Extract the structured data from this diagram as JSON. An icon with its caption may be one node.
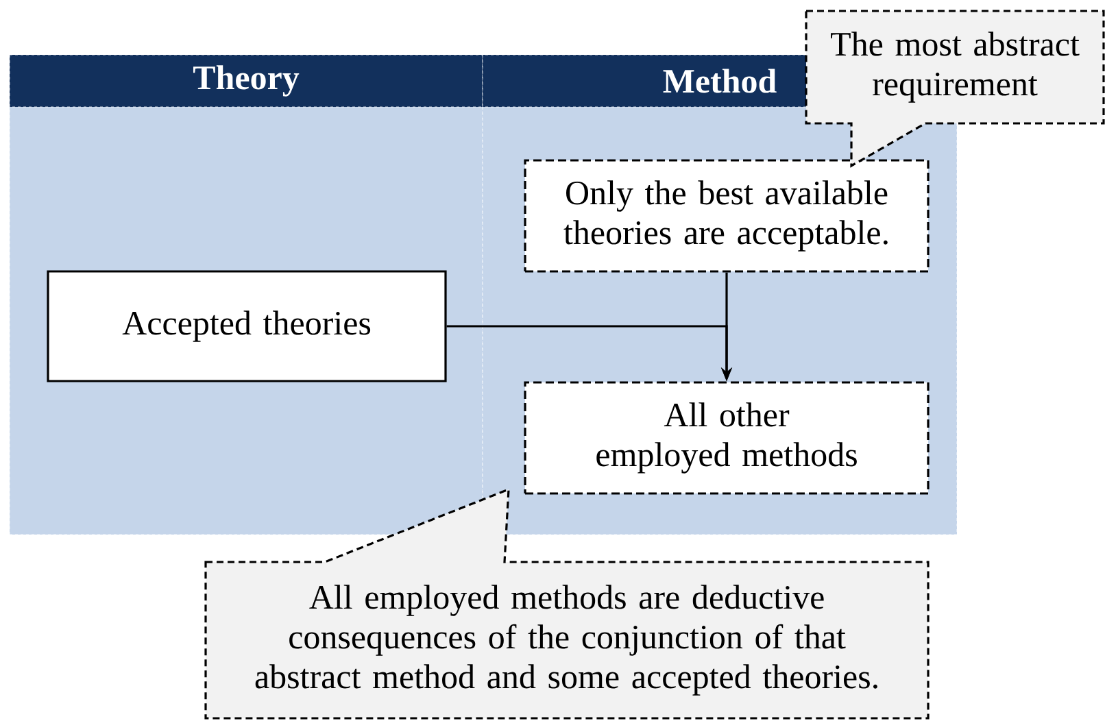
{
  "diagram": {
    "nodes": [
      {
        "text": [
          "Theory"
        ]
      },
      {
        "text": [
          "Method"
        ]
      },
      {
        "text": [
          "Accepted theories"
        ],
        "in": 0
      },
      {
        "text": [
          "Only the best available theories are acceptable."
        ],
        "in": 1
      },
      {
        "text": [
          "All other employed methods"
        ],
        "in": 1
      },
      {
        "text": [
          "The most abstract requirement"
        ]
      },
      {
        "text": [
          "All employed methods are deductive consequences of the conjunction of that abstract method and some accepted theories."
        ]
      }
    ],
    "edges": [
      {
        "from": 2,
        "to": 4,
        "arrow": "to"
      },
      {
        "from": 3,
        "to": 4,
        "arrow": "to"
      }
    ]
  }
}
